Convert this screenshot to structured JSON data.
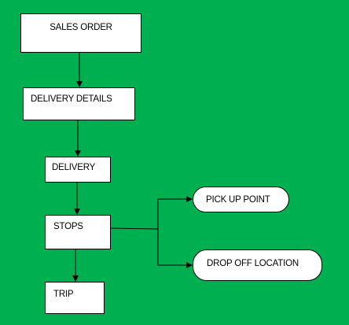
{
  "diagram": {
    "background": "#00b050",
    "node_fill": "#ffffff",
    "stroke": "#000000",
    "nodes": {
      "sales_order": "SALES ORDER",
      "delivery_details": "DELIVERY DETAILS",
      "delivery": "DELIVERY",
      "stops": "STOPS",
      "trip": "TRIP",
      "pick_up_point": "PICK UP POINT",
      "drop_off_location": "DROP OFF LOCATION"
    }
  }
}
